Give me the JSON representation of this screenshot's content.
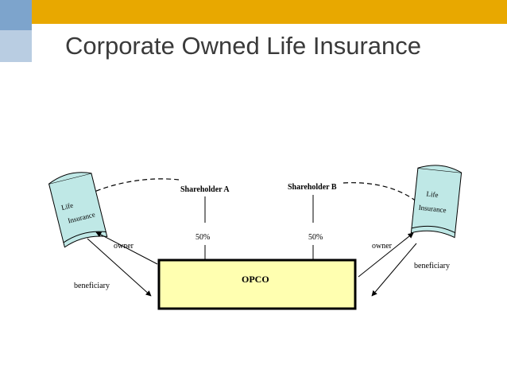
{
  "title": "Corporate Owned Life Insurance",
  "colors": {
    "header_bar": "#e8a800",
    "accent_dark": "#7da4cc",
    "accent_light": "#b9cde2",
    "opco_fill": "#ffffb0",
    "policy_fill": "#bfe8e6"
  },
  "diagram": {
    "shareholders": [
      {
        "label": "Shareholder A",
        "stake": "50%"
      },
      {
        "label": "Shareholder B",
        "stake": "50%"
      }
    ],
    "company": {
      "label": "OPCO"
    },
    "policies": [
      {
        "line1": "Life",
        "line2": "Insurance"
      },
      {
        "line1": "Life",
        "line2": "Insurance"
      }
    ],
    "relations": {
      "owner_left": "owner",
      "owner_right": "owner",
      "beneficiary_left": "beneficiary",
      "beneficiary_right": "beneficiary"
    }
  }
}
